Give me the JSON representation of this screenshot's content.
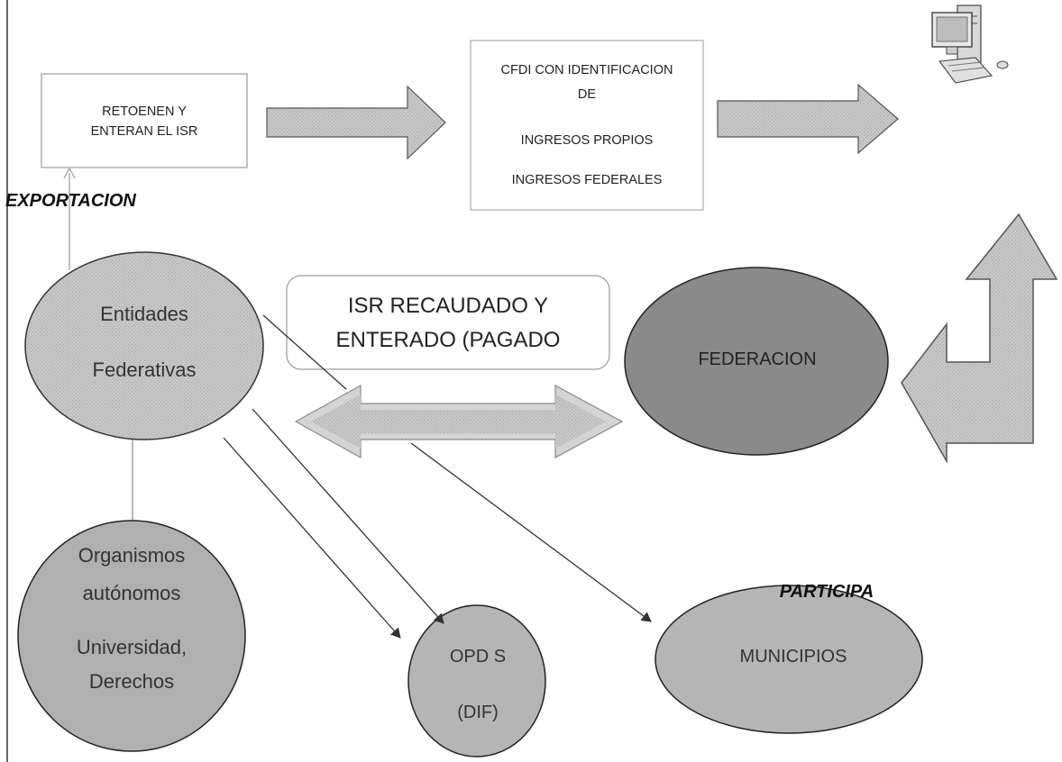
{
  "boxes": {
    "retienen": {
      "line1": "RETOENEN Y",
      "line2": "ENTERAN EL ISR"
    },
    "cfdi": {
      "line1": "CFDI CON IDENTIFICACION",
      "line2": "DE",
      "line3": "INGRESOS PROPIOS",
      "line4": "INGRESOS FEDERALES"
    },
    "isr": {
      "line1": "ISR RECAUDADO Y",
      "line2": "ENTERADO (PAGADO"
    }
  },
  "labels": {
    "exportacion": "EXPORTACION",
    "participa": "PARTICIPA"
  },
  "nodes": {
    "entidades": {
      "line1": "Entidades",
      "line2": "Federativas"
    },
    "federacion": {
      "text": "FEDERACION"
    },
    "organismos": {
      "line1": "Organismos",
      "line2": "autónomos",
      "line3": "Universidad,",
      "line4": "Derechos"
    },
    "opd": {
      "line1": "OPD S",
      "line2": "(DIF)"
    },
    "municipios": {
      "text": "MUNICIPIOS"
    }
  },
  "colors": {
    "circle_light": "#b5b5b5",
    "circle_dark": "#8a8a8a",
    "arrow_fill": "#c8c8c8",
    "arrow_light": "#dcdcdc",
    "outline": "#444444"
  },
  "icons": {
    "computer": "computer-icon"
  }
}
